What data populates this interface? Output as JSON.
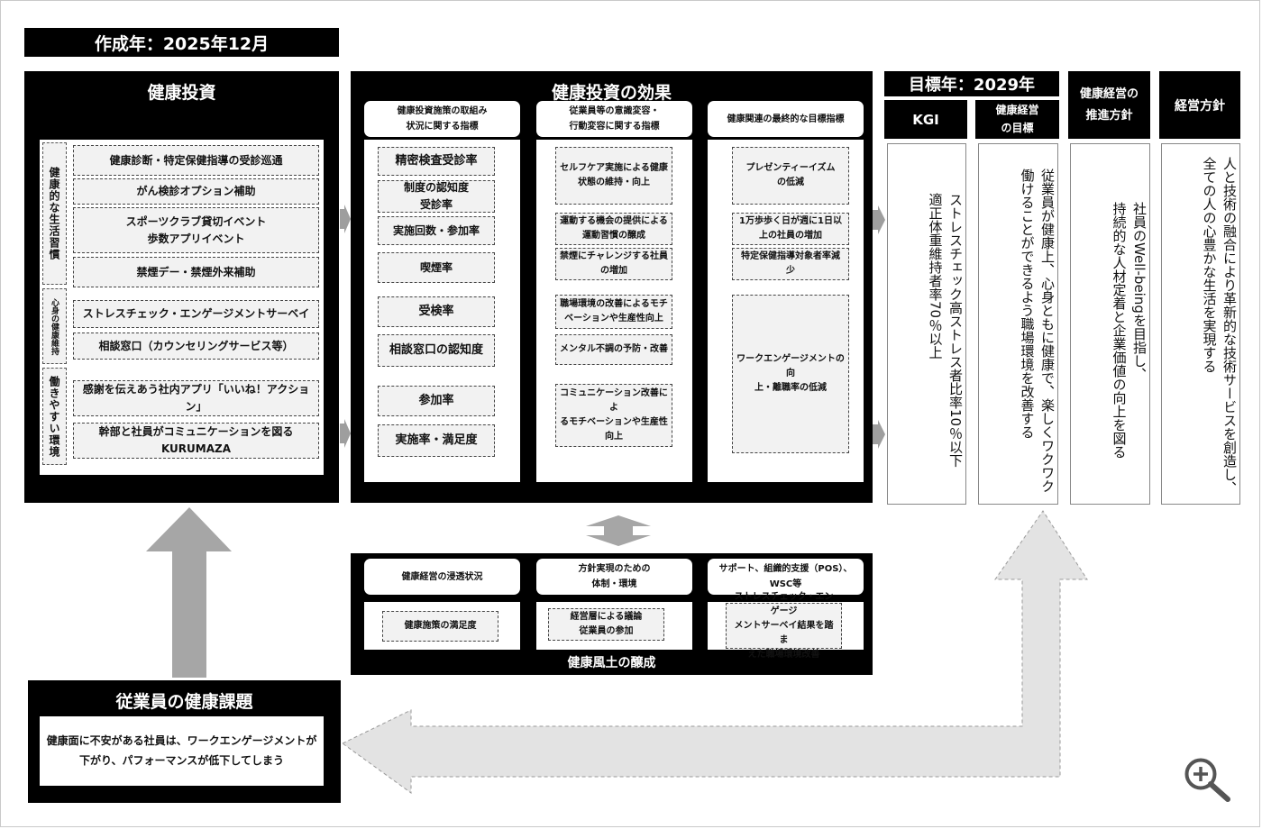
{
  "created_label": "作成年：2025年12月",
  "investment": {
    "title": "健康投資",
    "categories": [
      "健康的な生活習慣",
      "心身の健康維持",
      "働きやすい環境"
    ],
    "items": [
      "健康診断・特定保健指導の受診巡通",
      "がん検診オプション補助",
      "スポーツクラブ貸切イベント\n歩数アプリイベント",
      "禁煙デー・禁煙外来補助",
      "ストレスチェック・エンゲージメントサーベイ",
      "相談窓口（カウンセリングサービス等）",
      "感謝を伝えあう社内アプリ「いいね！アクション」",
      "幹部と社員がコミュニケーションを図る\nKURUMAZA"
    ]
  },
  "effects": {
    "title": "健康投資の効果",
    "col1": {
      "header": "健康投資施策の取組み\n状況に関する指標",
      "items": [
        "精密検査受診率",
        "制度の認知度\n受診率",
        "実施回数・参加率",
        "喫煙率",
        "受検率",
        "相談窓口の認知度",
        "参加率",
        "実施率・満足度"
      ]
    },
    "col2": {
      "header": "従業員等の意識変容・\n行動変容に関する指標",
      "items": [
        "セルフケア実施による健康\n状態の維持・向上",
        "運動する機会の提供による\n運動習慣の醸成",
        "禁煙にチャレンジする社員\nの増加",
        "職場環境の改善によるモチ\nベーションや生産性向上",
        "メンタル不調の予防・改善",
        "コミュニケーション改善によ\nるモチベーションや生産性\n向上"
      ]
    },
    "col3": {
      "header": "健康関連の最終的な目標指標",
      "items": [
        "プレゼンティーイズム\nの低減",
        "1万歩歩く日が週に1日以\n上の社員の増加",
        "特定保健指導対象者率減\n少",
        "ワークエンゲージメントの向\n上・離職率の低減"
      ]
    }
  },
  "target_year": "目標年：2029年",
  "kgi": {
    "header": "KGI",
    "text": "ストレスチェック高ストレス者比率10％以下\n適正体重維持者率70％以上"
  },
  "mgmt_goal": {
    "header": "健康経営\nの目標",
    "text": "従業員が健康上、心身ともに健康で、楽しくワクワク\n働けることができるよう職場環境を改善する"
  },
  "promotion": {
    "header": "健康経営の\n推進方針",
    "text": "社員のWell-beingを目指し、\n持続的な人材定着と企業価値の向上を図る"
  },
  "policy": {
    "header": "経営方針",
    "text": "人と技術の融合により革新的な技術サービスを創造し、\n全ての人の心豊かな生活を実現する"
  },
  "culture": {
    "title": "健康風土の醸成",
    "headers": [
      "健康経営の浸透状況",
      "方針実現のための\n体制・環境",
      "サポート、組織的支援（POS）、\nWSC等"
    ],
    "items": [
      "健康施策の満足度",
      "経営層による議論\n従業員の参加",
      "ストレスチェック・エンゲージ\nメントサーベイ結果を踏ま\nえた職場環境改善"
    ]
  },
  "issues": {
    "title": "従業員の健康課題",
    "text": "健康面に不安がある社員は、ワークエンゲージメントが\n下がり、パフォーマンスが低下してしまう"
  },
  "zoom_icon": "zoom-in-icon"
}
